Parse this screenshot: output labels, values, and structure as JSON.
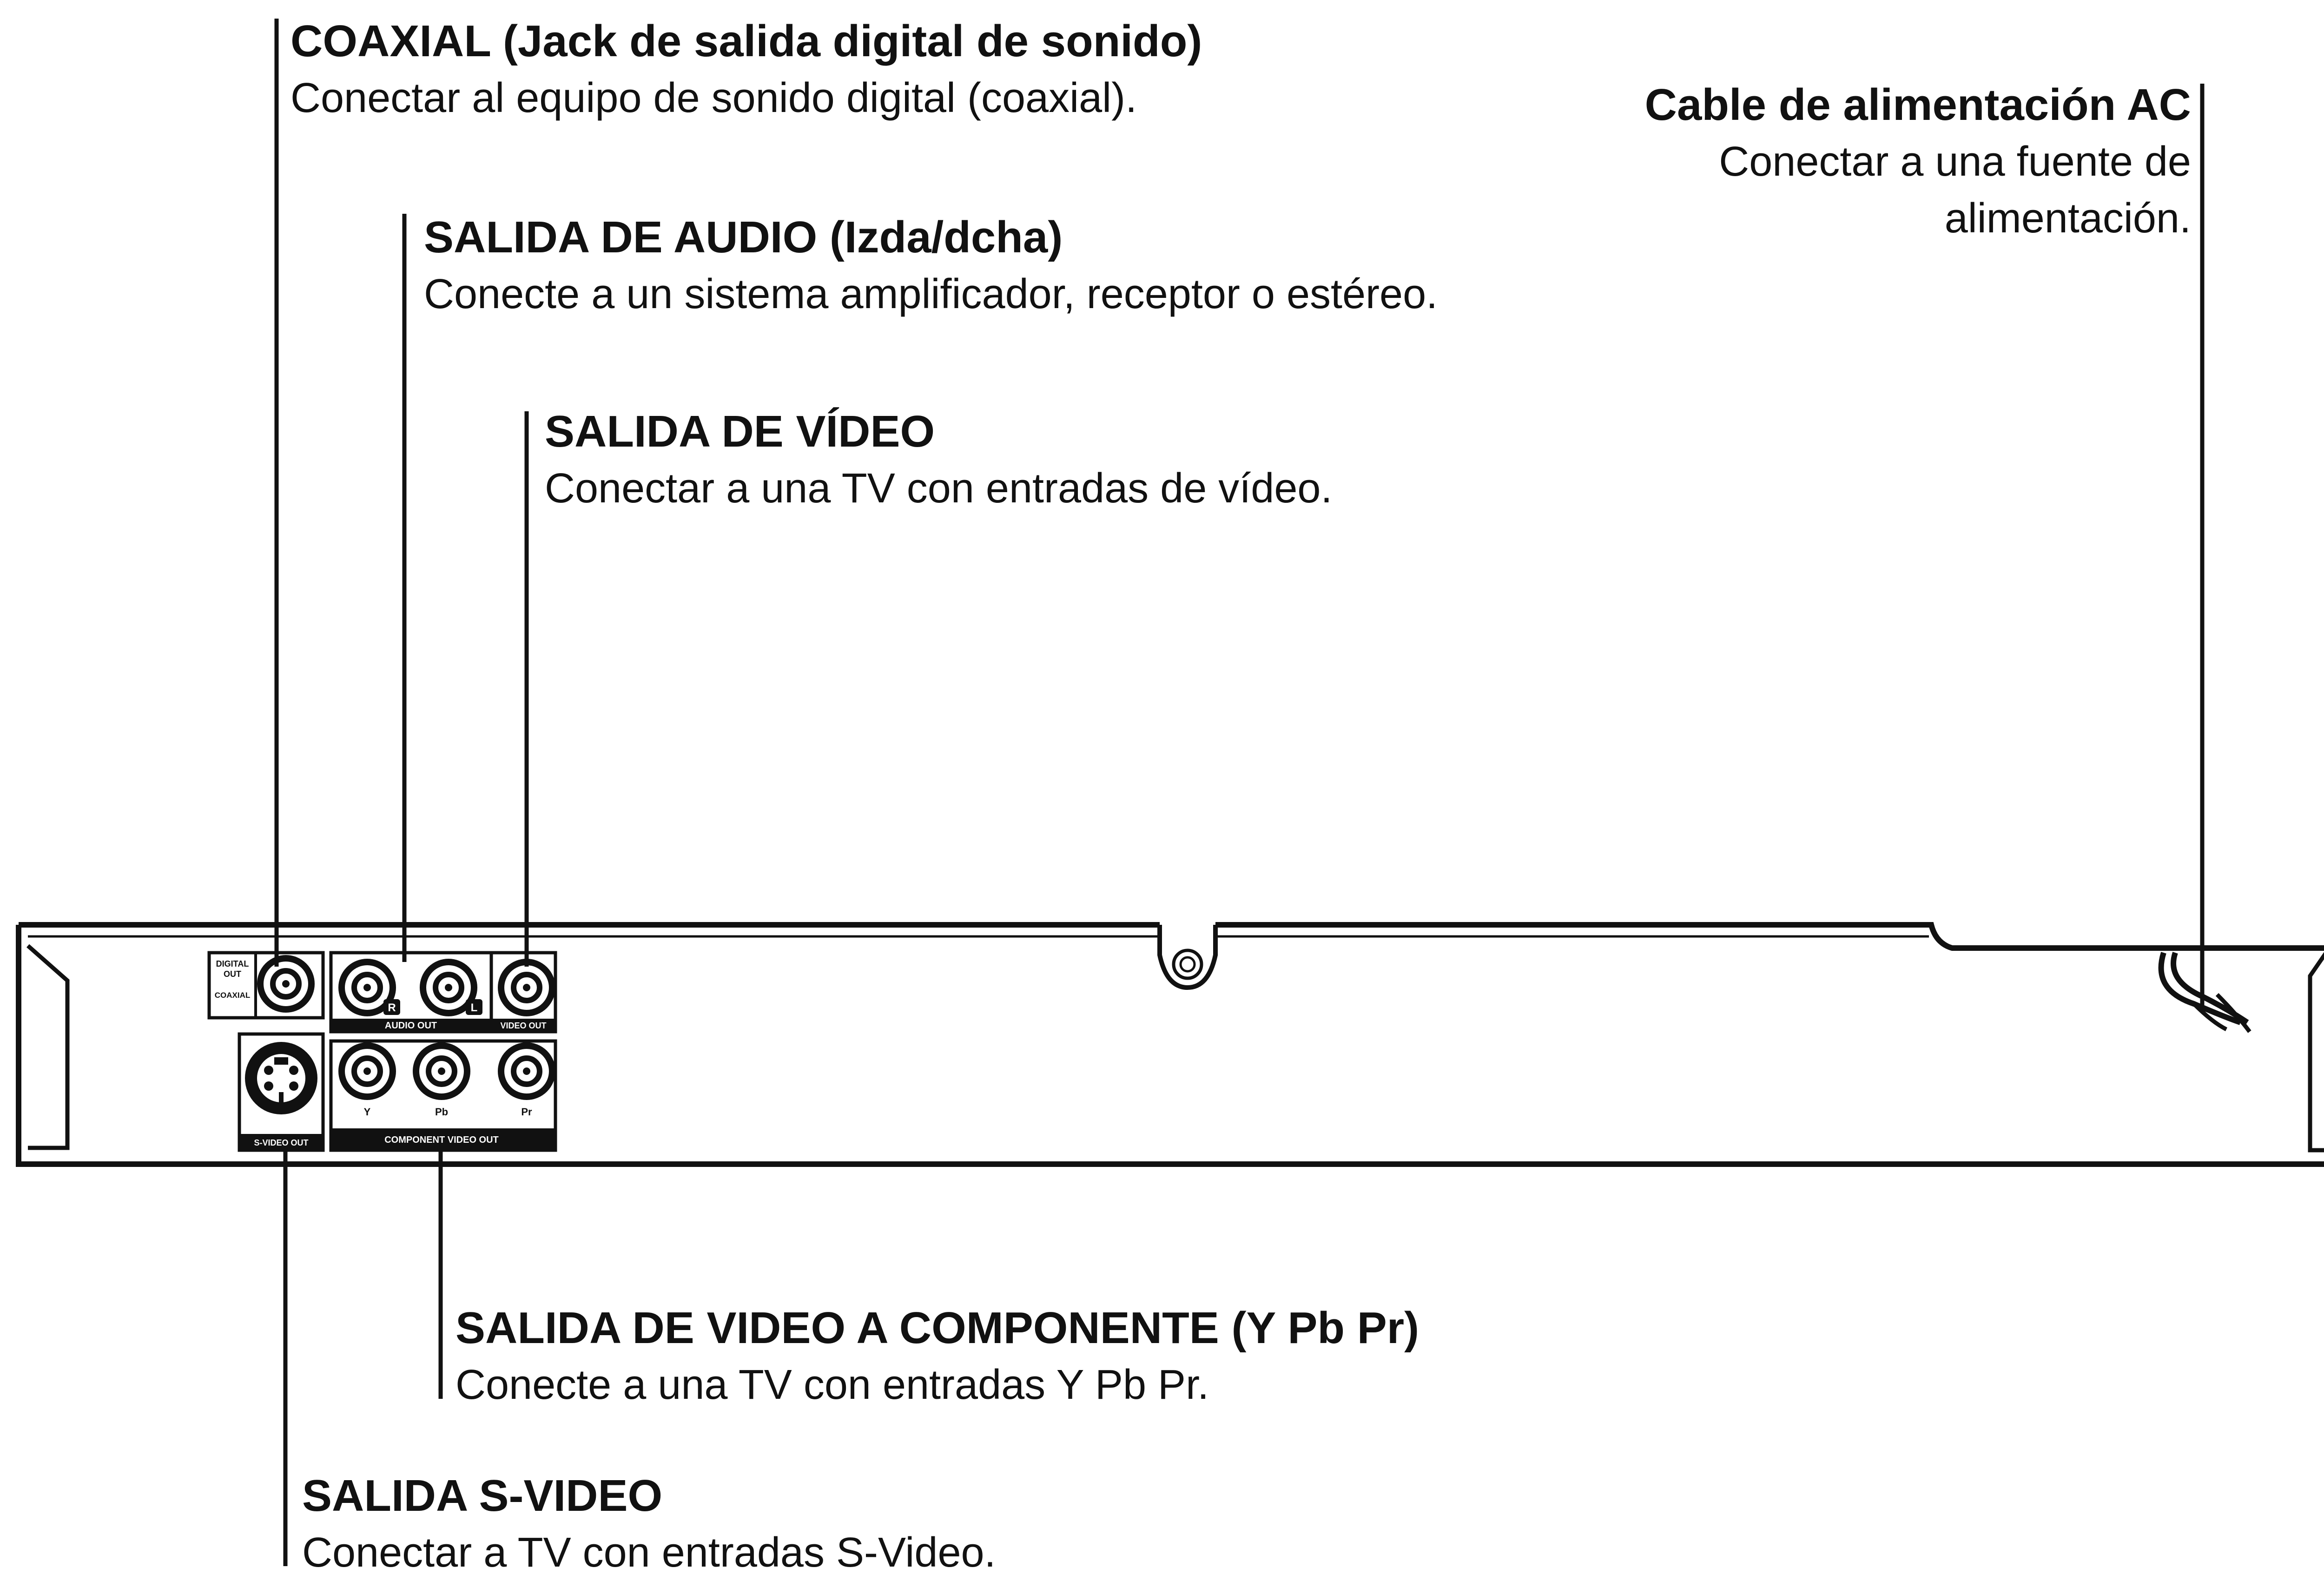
{
  "callouts": {
    "coaxial": {
      "title": "COAXIAL (Jack de salida digital de sonido)",
      "desc": "Conectar al equipo de sonido digital (coaxial)."
    },
    "power": {
      "title": "Cable de alimentación AC",
      "desc_line1": "Conectar a una fuente de",
      "desc_line2": "alimentación."
    },
    "audio_out": {
      "title": "SALIDA DE AUDIO (Izda/dcha)",
      "desc": "Conecte a un sistema amplificador, receptor o estéreo."
    },
    "video_out": {
      "title": "SALIDA DE VÍDEO",
      "desc": "Conectar a una TV con entradas de vídeo."
    },
    "component_out": {
      "title": "SALIDA DE VIDEO A COMPONENTE (Y Pb Pr)",
      "desc": "Conecte a una TV con entradas Y Pb Pr."
    },
    "s_video_out": {
      "title": "SALIDA S-VIDEO",
      "desc": "Conectar a TV con entradas S-Video."
    }
  },
  "panel_labels": {
    "digital_out_line1": "DIGITAL",
    "digital_out_line2": "OUT",
    "coaxial": "COAXIAL",
    "audio_out": "AUDIO OUT",
    "audio_r": "R",
    "audio_l": "L",
    "video_out": "VIDEO OUT",
    "s_video_out": "S-VIDEO OUT",
    "y": "Y",
    "pb": "Pb",
    "pr": "Pr",
    "component_video_out": "COMPONENT VIDEO OUT"
  },
  "colors": {
    "ink": "#111111",
    "background": "#ffffff"
  }
}
